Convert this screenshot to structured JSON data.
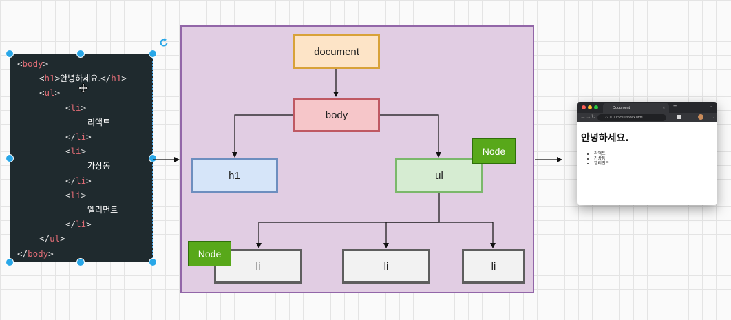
{
  "code": {
    "lines": [
      {
        "indent": 0,
        "segments": [
          {
            "t": "<",
            "c": "punct"
          },
          {
            "t": "body",
            "c": "tag"
          },
          {
            "t": ">",
            "c": "punct"
          }
        ]
      },
      {
        "indent": 1,
        "segments": [
          {
            "t": "<",
            "c": "punct"
          },
          {
            "t": "h1",
            "c": "tag"
          },
          {
            "t": ">",
            "c": "punct"
          },
          {
            "t": "안녕하세요.",
            "c": "plain"
          },
          {
            "t": "</",
            "c": "punct"
          },
          {
            "t": "h1",
            "c": "tag"
          },
          {
            "t": ">",
            "c": "punct"
          }
        ]
      },
      {
        "indent": 1,
        "segments": [
          {
            "t": "<",
            "c": "punct"
          },
          {
            "t": "ul",
            "c": "tag"
          },
          {
            "t": ">",
            "c": "punct"
          }
        ]
      },
      {
        "indent": 2,
        "segments": [
          {
            "t": "<",
            "c": "punct"
          },
          {
            "t": "li",
            "c": "tag"
          },
          {
            "t": ">",
            "c": "punct"
          }
        ]
      },
      {
        "indent": 3,
        "segments": [
          {
            "t": "리액트",
            "c": "plain"
          }
        ]
      },
      {
        "indent": 2,
        "segments": [
          {
            "t": "</",
            "c": "punct"
          },
          {
            "t": "li",
            "c": "tag"
          },
          {
            "t": ">",
            "c": "punct"
          }
        ]
      },
      {
        "indent": 2,
        "segments": [
          {
            "t": "<",
            "c": "punct"
          },
          {
            "t": "li",
            "c": "tag"
          },
          {
            "t": ">",
            "c": "punct"
          }
        ]
      },
      {
        "indent": 3,
        "segments": [
          {
            "t": "가상돔",
            "c": "plain"
          }
        ]
      },
      {
        "indent": 2,
        "segments": [
          {
            "t": "</",
            "c": "punct"
          },
          {
            "t": "li",
            "c": "tag"
          },
          {
            "t": ">",
            "c": "punct"
          }
        ]
      },
      {
        "indent": 2,
        "segments": [
          {
            "t": "<",
            "c": "punct"
          },
          {
            "t": "li",
            "c": "tag"
          },
          {
            "t": ">",
            "c": "punct"
          }
        ]
      },
      {
        "indent": 3,
        "segments": [
          {
            "t": "엘리먼트",
            "c": "plain"
          }
        ]
      },
      {
        "indent": 2,
        "segments": [
          {
            "t": "</",
            "c": "punct"
          },
          {
            "t": "li",
            "c": "tag"
          },
          {
            "t": ">",
            "c": "punct"
          }
        ]
      },
      {
        "indent": 1,
        "segments": [
          {
            "t": "</",
            "c": "punct"
          },
          {
            "t": "ul",
            "c": "tag"
          },
          {
            "t": ">",
            "c": "punct"
          }
        ]
      },
      {
        "indent": 0,
        "segments": [
          {
            "t": "</",
            "c": "punct"
          },
          {
            "t": "body",
            "c": "tag"
          },
          {
            "t": ">",
            "c": "punct"
          }
        ]
      }
    ]
  },
  "tree": {
    "document": "document",
    "body": "body",
    "h1": "h1",
    "ul": "ul",
    "li_1": "li",
    "li_2": "li",
    "li_3": "li",
    "badge_ul": "Node",
    "badge_li": "Node"
  },
  "browser": {
    "tab_title": "Document",
    "url": "127.0.0.1:5500/index.html",
    "heading": "안녕하세요.",
    "items": [
      "리액트",
      "가상돔",
      "엘리먼트"
    ]
  },
  "colors": {
    "selection": "#29a7e8",
    "container_fill": "#e1cde3",
    "node_badge": "#58a81a"
  }
}
